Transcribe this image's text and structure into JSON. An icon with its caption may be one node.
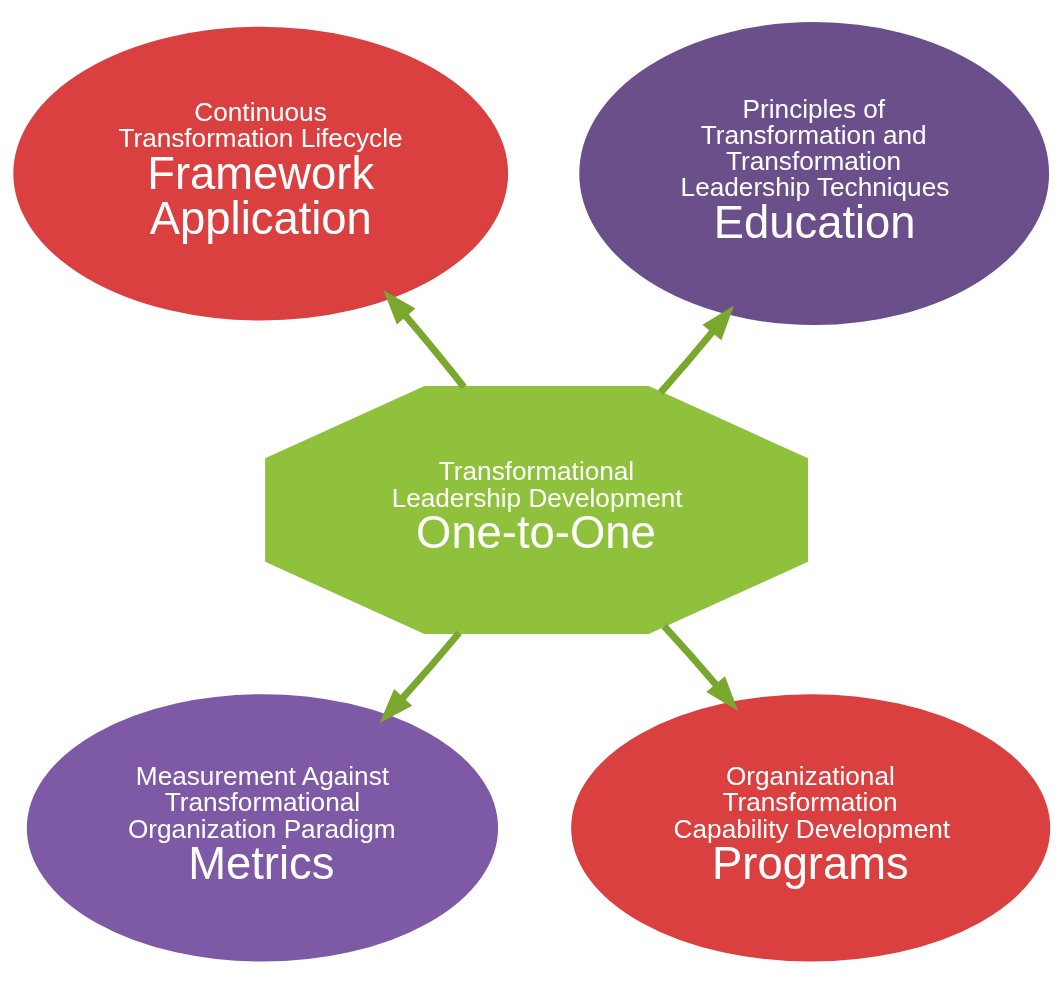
{
  "diagram": {
    "nodes": [
      {
        "text": [
          "Continuous Transformation Lifecycle",
          "Framework Application"
        ]
      },
      {
        "text": [
          "Principles of Transformation and Transformation Leadership Techniques",
          "Education"
        ]
      },
      {
        "text": [
          "Transformational Leadership Development",
          "One-to-One"
        ]
      },
      {
        "text": [
          "Measurement Against Transformational Organization Paradigm",
          "Metrics"
        ]
      },
      {
        "text": [
          "Organizational Transformation Capability Development",
          "Programs"
        ]
      }
    ],
    "edges": [
      {
        "from": 2,
        "to": 0,
        "arrow": "to"
      },
      {
        "from": 2,
        "to": 1,
        "arrow": "to"
      },
      {
        "from": 2,
        "to": 3,
        "arrow": "to"
      },
      {
        "from": 2,
        "to": 4,
        "arrow": "to"
      }
    ]
  }
}
